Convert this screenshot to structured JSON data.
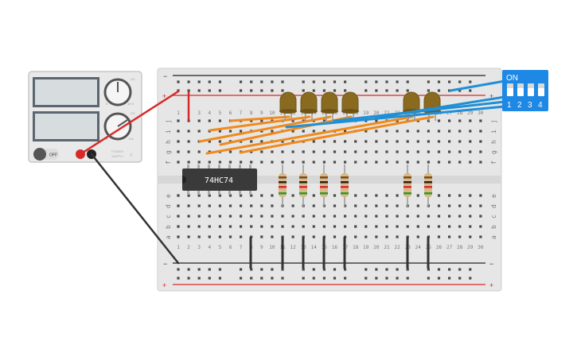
{
  "power_supply": {
    "off_label": "OFF",
    "brand_line1": "POWER",
    "brand_line2": "SUPPLY",
    "voltage_knob_max": "10 V",
    "voltage_knob_min": "0",
    "current_knob_max": "5 A",
    "current_knob_min": "0",
    "voltage_indicator": "CV",
    "current_indicator": "CC"
  },
  "breadboard": {
    "columns": [
      "1",
      "2",
      "3",
      "4",
      "5",
      "6",
      "7",
      "8",
      "9",
      "10",
      "11",
      "12",
      "13",
      "14",
      "15",
      "16",
      "17",
      "18",
      "19",
      "20",
      "21",
      "22",
      "23",
      "24",
      "25",
      "26",
      "27",
      "28",
      "29",
      "30"
    ],
    "rows_top": [
      "j",
      "i",
      "h",
      "g",
      "f"
    ],
    "rows_bottom": [
      "e",
      "d",
      "c",
      "b",
      "a"
    ],
    "rail_minus": "−",
    "rail_plus": "+"
  },
  "ic_chip": {
    "label": "74HC74"
  },
  "dip_switch": {
    "on_label": "ON",
    "switch_numbers": [
      "1",
      "2",
      "3",
      "4"
    ]
  },
  "colors": {
    "breadboard": "#e6e6e6",
    "rail_red": "#d62a2a",
    "rail_black": "#222222",
    "wire_orange": "#f08a1c",
    "wire_blue": "#1f8fd6",
    "wire_red": "#d62a2a",
    "wire_dark": "#333333",
    "led_body": "#8a6a1f",
    "dip_body": "#1e88e5",
    "chip_body": "#3a3a3a"
  }
}
